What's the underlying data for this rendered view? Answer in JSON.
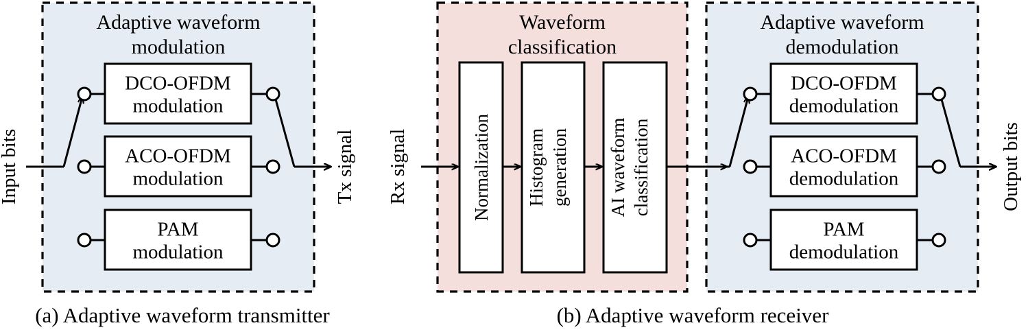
{
  "figure": {
    "colors": {
      "transmitter_panel_fill": "#e5ecf4",
      "classification_panel_fill": "#f4dfdc",
      "receiver_panel_fill": "#e5ecf4",
      "block_fill": "#ffffff",
      "stroke": "#000000",
      "background": "#ffffff"
    },
    "captions": {
      "a": "(a) Adaptive waveform transmitter",
      "b": "(b) Adaptive waveform receiver"
    },
    "io_labels": {
      "input_bits": "Input bits",
      "tx_signal": "Tx signal",
      "rx_signal": "Rx signal",
      "output_bits": "Output bits"
    },
    "transmitter": {
      "panel_title_line1": "Adaptive waveform",
      "panel_title_line2": "modulation",
      "blocks": [
        {
          "line1": "DCO-OFDM",
          "line2": "modulation"
        },
        {
          "line1": "ACO-OFDM",
          "line2": "modulation"
        },
        {
          "line1": "PAM",
          "line2": "modulation"
        }
      ]
    },
    "classification": {
      "panel_title_line1": "Waveform",
      "panel_title_line2": "classification",
      "blocks": [
        {
          "line1": "Normalization",
          "line2": ""
        },
        {
          "line1": "Histogram",
          "line2": "generation"
        },
        {
          "line1": "AI waveform",
          "line2": "classification"
        }
      ]
    },
    "receiver": {
      "panel_title_line1": "Adaptive waveform",
      "panel_title_line2": "demodulation",
      "blocks": [
        {
          "line1": "DCO-OFDM",
          "line2": "demodulation"
        },
        {
          "line1": "ACO-OFDM",
          "line2": "demodulation"
        },
        {
          "line1": "PAM",
          "line2": "demodulation"
        }
      ]
    }
  }
}
